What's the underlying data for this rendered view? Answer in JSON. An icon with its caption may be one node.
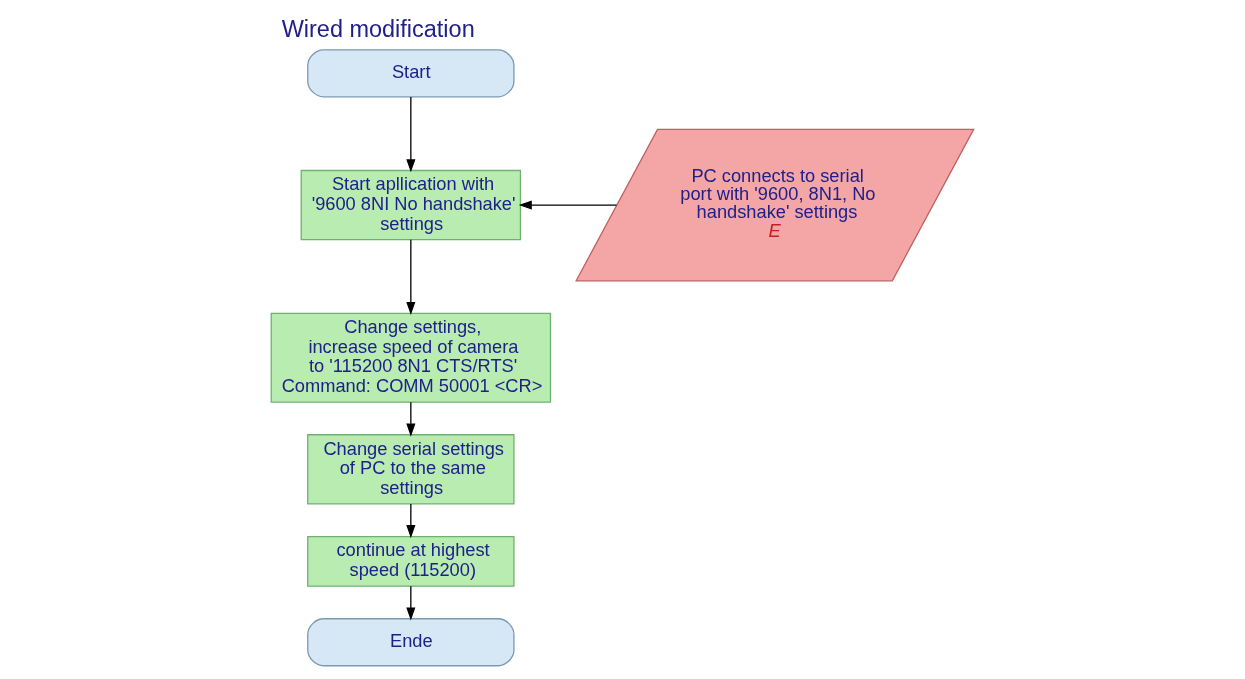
{
  "diagram": {
    "title": "Wired modification",
    "nodes": [
      {
        "text": [
          "Start"
        ]
      },
      {
        "text": [
          "Start apllication with '9600 8NI No handshake' settings"
        ]
      },
      {
        "text": [
          "PC connects to serial port with '9600, 8N1, No handshake' settings",
          "E"
        ]
      },
      {
        "text": [
          "Change settings, increase speed of camera to '115200 8N1 CTS/RTS' Command: COMM 50001 <CR>"
        ]
      },
      {
        "text": [
          "Change serial settings of PC to the same settings"
        ]
      },
      {
        "text": [
          "continue at highest speed (115200)"
        ]
      },
      {
        "text": [
          "Ende"
        ]
      }
    ],
    "edges": [
      {
        "from": 0,
        "to": 1,
        "arrow": "to"
      },
      {
        "from": 2,
        "to": 1,
        "arrow": "to"
      },
      {
        "from": 1,
        "to": 3,
        "arrow": "to"
      },
      {
        "from": 3,
        "to": 4,
        "arrow": "to"
      },
      {
        "from": 4,
        "to": 5,
        "arrow": "to"
      },
      {
        "from": 5,
        "to": 6,
        "arrow": "to"
      }
    ]
  }
}
